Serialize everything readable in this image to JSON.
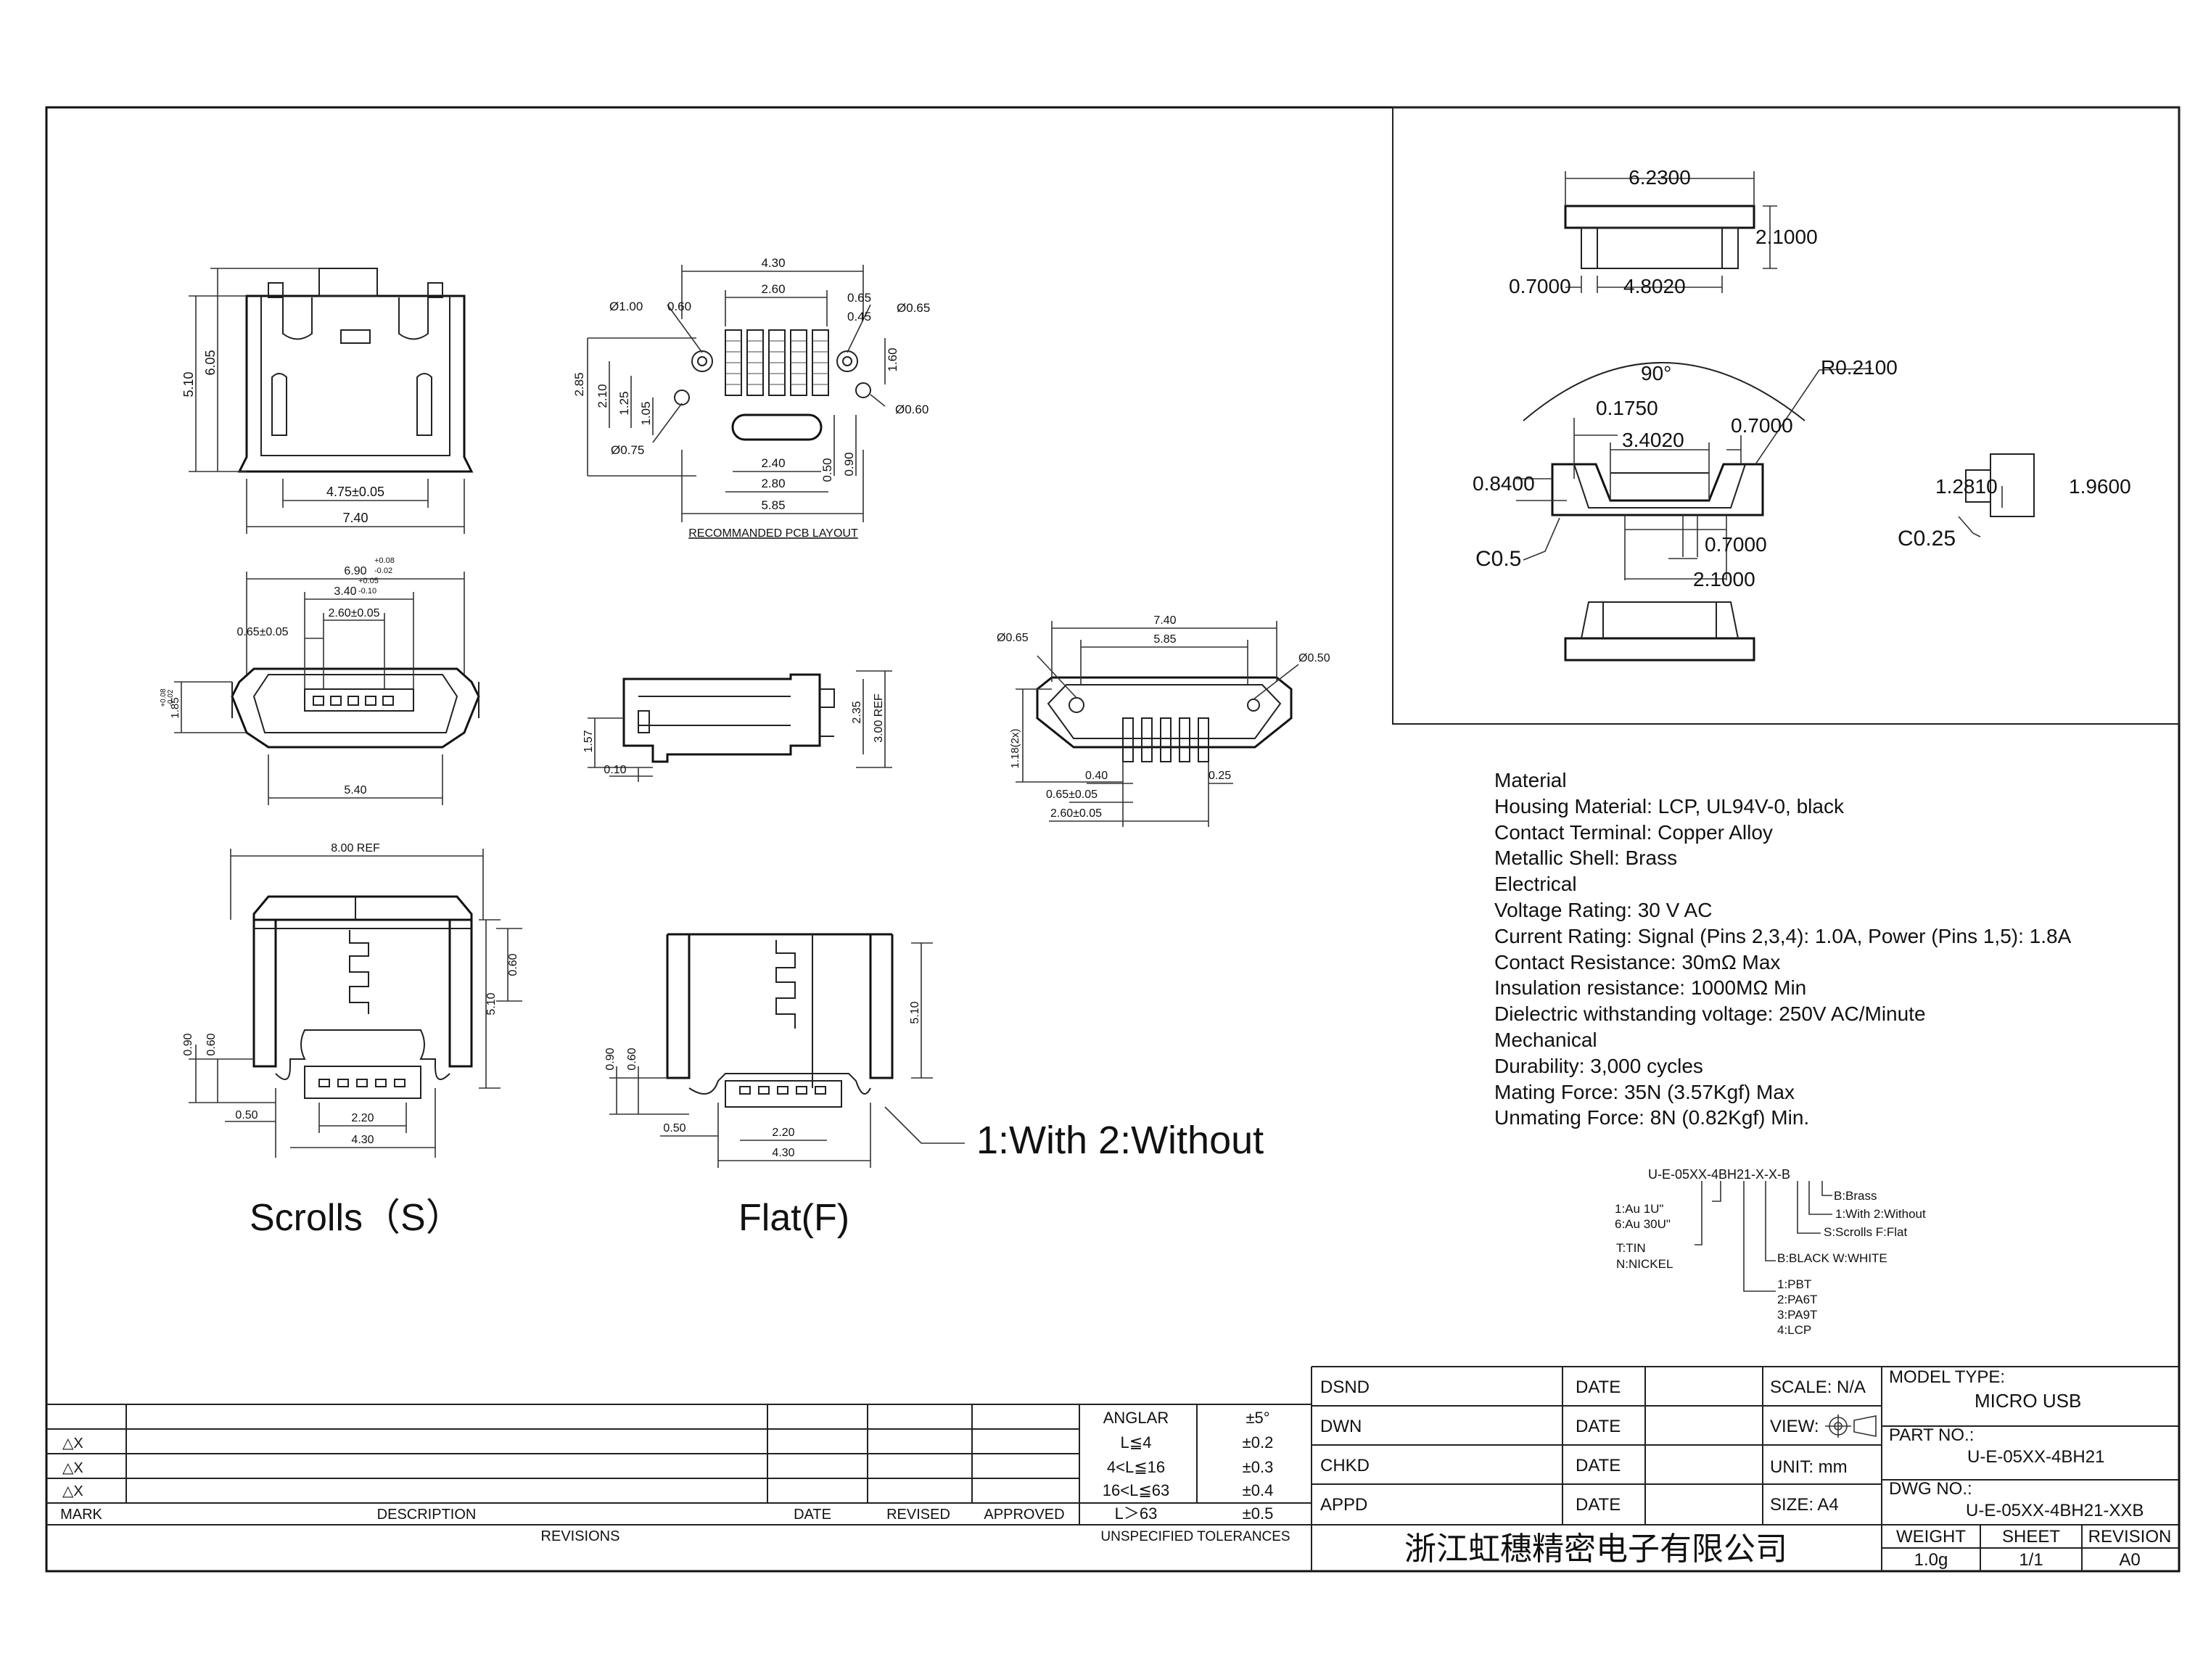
{
  "front_view": {
    "dims": {
      "h1": "5.10",
      "h2": "6.05",
      "w1": "4.75±0.05",
      "w2": "7.40"
    }
  },
  "pcb_layout": {
    "dims": {
      "top": "4.30",
      "pitch_span": "2.60",
      "d1": "Ø1.00",
      "d2": "0.60",
      "d3": "0.65",
      "d4": "0.45",
      "d5": "Ø0.65",
      "h1": "2.85",
      "h2": "2.10",
      "h3": "1.25",
      "h4": "1.05",
      "h5": "1.60",
      "d6": "Ø0.60",
      "d7": "Ø0.75",
      "w1": "2.40",
      "w2": "2.80",
      "w3": "5.85",
      "v1": "0.50",
      "v2": "0.90"
    },
    "title": "RECOMMANDED PCB LAYOUT"
  },
  "face_view": {
    "dims": {
      "w1": "6.90",
      "w1_tol_up": "+0.08",
      "w1_tol_dn": "-0.02",
      "w2": "3.40",
      "w2_tol_up": "+0.05",
      "w2_tol_dn": "-0.10",
      "w3": "2.60±0.05",
      "w4": "0.65±0.05",
      "h1": "1.85",
      "h1_tol_up": "+0.08",
      "h1_tol_dn": "-0.02",
      "w5": "5.40"
    }
  },
  "side_view": {
    "dims": {
      "h1": "2.35",
      "h2": "3.00 REF",
      "h3": "1.57",
      "w1": "0.10"
    }
  },
  "bottom_view": {
    "dims": {
      "top": "7.40",
      "mid": "5.85",
      "d1": "Ø0.65",
      "d2": "Ø0.50",
      "h1": "1.18(2x)",
      "b1": "0.40",
      "b2": "0.65±0.05",
      "b3": "2.60±0.05",
      "b4": "0.25"
    }
  },
  "scroll_view": {
    "dims": {
      "top": "8.00 REF",
      "h1": "0.60",
      "h2": "5.10",
      "h3": "0.90",
      "h4": "0.60",
      "w1": "0.50",
      "w2": "2.20",
      "w3": "4.30"
    },
    "label": "Scrolls（S）"
  },
  "flat_view": {
    "dims": {
      "h1": "5.10",
      "h2": "0.90",
      "h3": "0.60",
      "w1": "0.50",
      "w2": "2.20",
      "w3": "4.30"
    },
    "label": "Flat(F)",
    "callout": "1:With 2:Without"
  },
  "plug_detail": {
    "dims": {
      "w1": "6.2300",
      "h1": "2.1000",
      "w2": "0.7000",
      "w3": "4.8020",
      "angle": "90°",
      "r": "R0.2100",
      "a1": "0.1750",
      "a2": "3.4020",
      "a3": "0.7000",
      "a4": "0.8400",
      "a5": "C0.5",
      "a6": "0.7000",
      "a7": "2.1000",
      "s1": "1.2810",
      "s2": "1.9600",
      "s3": "C0.25"
    }
  },
  "specs": [
    "Material",
    "Housing Material: LCP, UL94V-0, black",
    "Contact Terminal: Copper Alloy",
    "Metallic Shell: Brass",
    "Electrical",
    "Voltage Rating: 30 V AC",
    "Current Rating: Signal (Pins 2,3,4): 1.0A, Power (Pins 1,5): 1.8A",
    "Contact Resistance: 30mΩ Max",
    "Insulation resistance: 1000MΩ Min",
    "Dielectric withstanding voltage: 250V AC/Minute",
    "Mechanical",
    "Durability: 3,000 cycles",
    "Mating Force: 35N (3.57Kgf) Max",
    "Unmating Force: 8N (0.82Kgf) Min."
  ],
  "part_code": {
    "code": "U-E-05XX-4BH21-X-X-B",
    "b": "B:Brass",
    "with": "1:With  2:Without",
    "scroll": "S:Scrolls  F:Flat",
    "plating1": "1:Au  1U\"",
    "plating2": "6:Au  30U\"",
    "tin1": "T:TIN",
    "tin2": "N:NICKEL",
    "color": "B:BLACK  W:WHITE",
    "mat1": "1:PBT",
    "mat2": "2:PA6T",
    "mat3": "3:PA9T",
    "mat4": "4:LCP"
  },
  "revisions": {
    "rows": [
      "△X",
      "△X",
      "△X"
    ],
    "headers": {
      "mark": "MARK",
      "description": "DESCRIPTION",
      "date": "DATE",
      "revised": "REVISED",
      "approved": "APPROVED"
    },
    "footer": "REVISIONS"
  },
  "tolerances": {
    "rows": [
      {
        "label": "ANGLAR",
        "value": "±5°"
      },
      {
        "label": "L≦4",
        "value": "±0.2"
      },
      {
        "label": "4<L≦16",
        "value": "±0.3"
      },
      {
        "label": "16<L≦63",
        "value": "±0.4"
      },
      {
        "label": "L＞63",
        "value": "±0.5"
      }
    ],
    "footer": "UNSPECIFIED TOLERANCES"
  },
  "title_block": {
    "dsnd": "DSND",
    "dwn": "DWN",
    "chkd": "CHKD",
    "appd": "APPD",
    "date": "DATE",
    "scale": "SCALE: N/A",
    "view": "VIEW:",
    "unit": "UNIT: mm",
    "size": "SIZE: A4",
    "model_type_label": "MODEL TYPE:",
    "model_type": "MICRO  USB",
    "part_no_label": "PART NO.:",
    "part_no": "U-E-05XX-4BH21",
    "dwg_no_label": "DWG NO.:",
    "dwg_no": "U-E-05XX-4BH21-XXB",
    "company": "浙江虹穗精密电子有限公司",
    "weight_label": "WEIGHT",
    "weight": "1.0g",
    "sheet_label": "SHEET",
    "sheet": "1/1",
    "revision_label": "REVISION",
    "revision": "A0"
  }
}
